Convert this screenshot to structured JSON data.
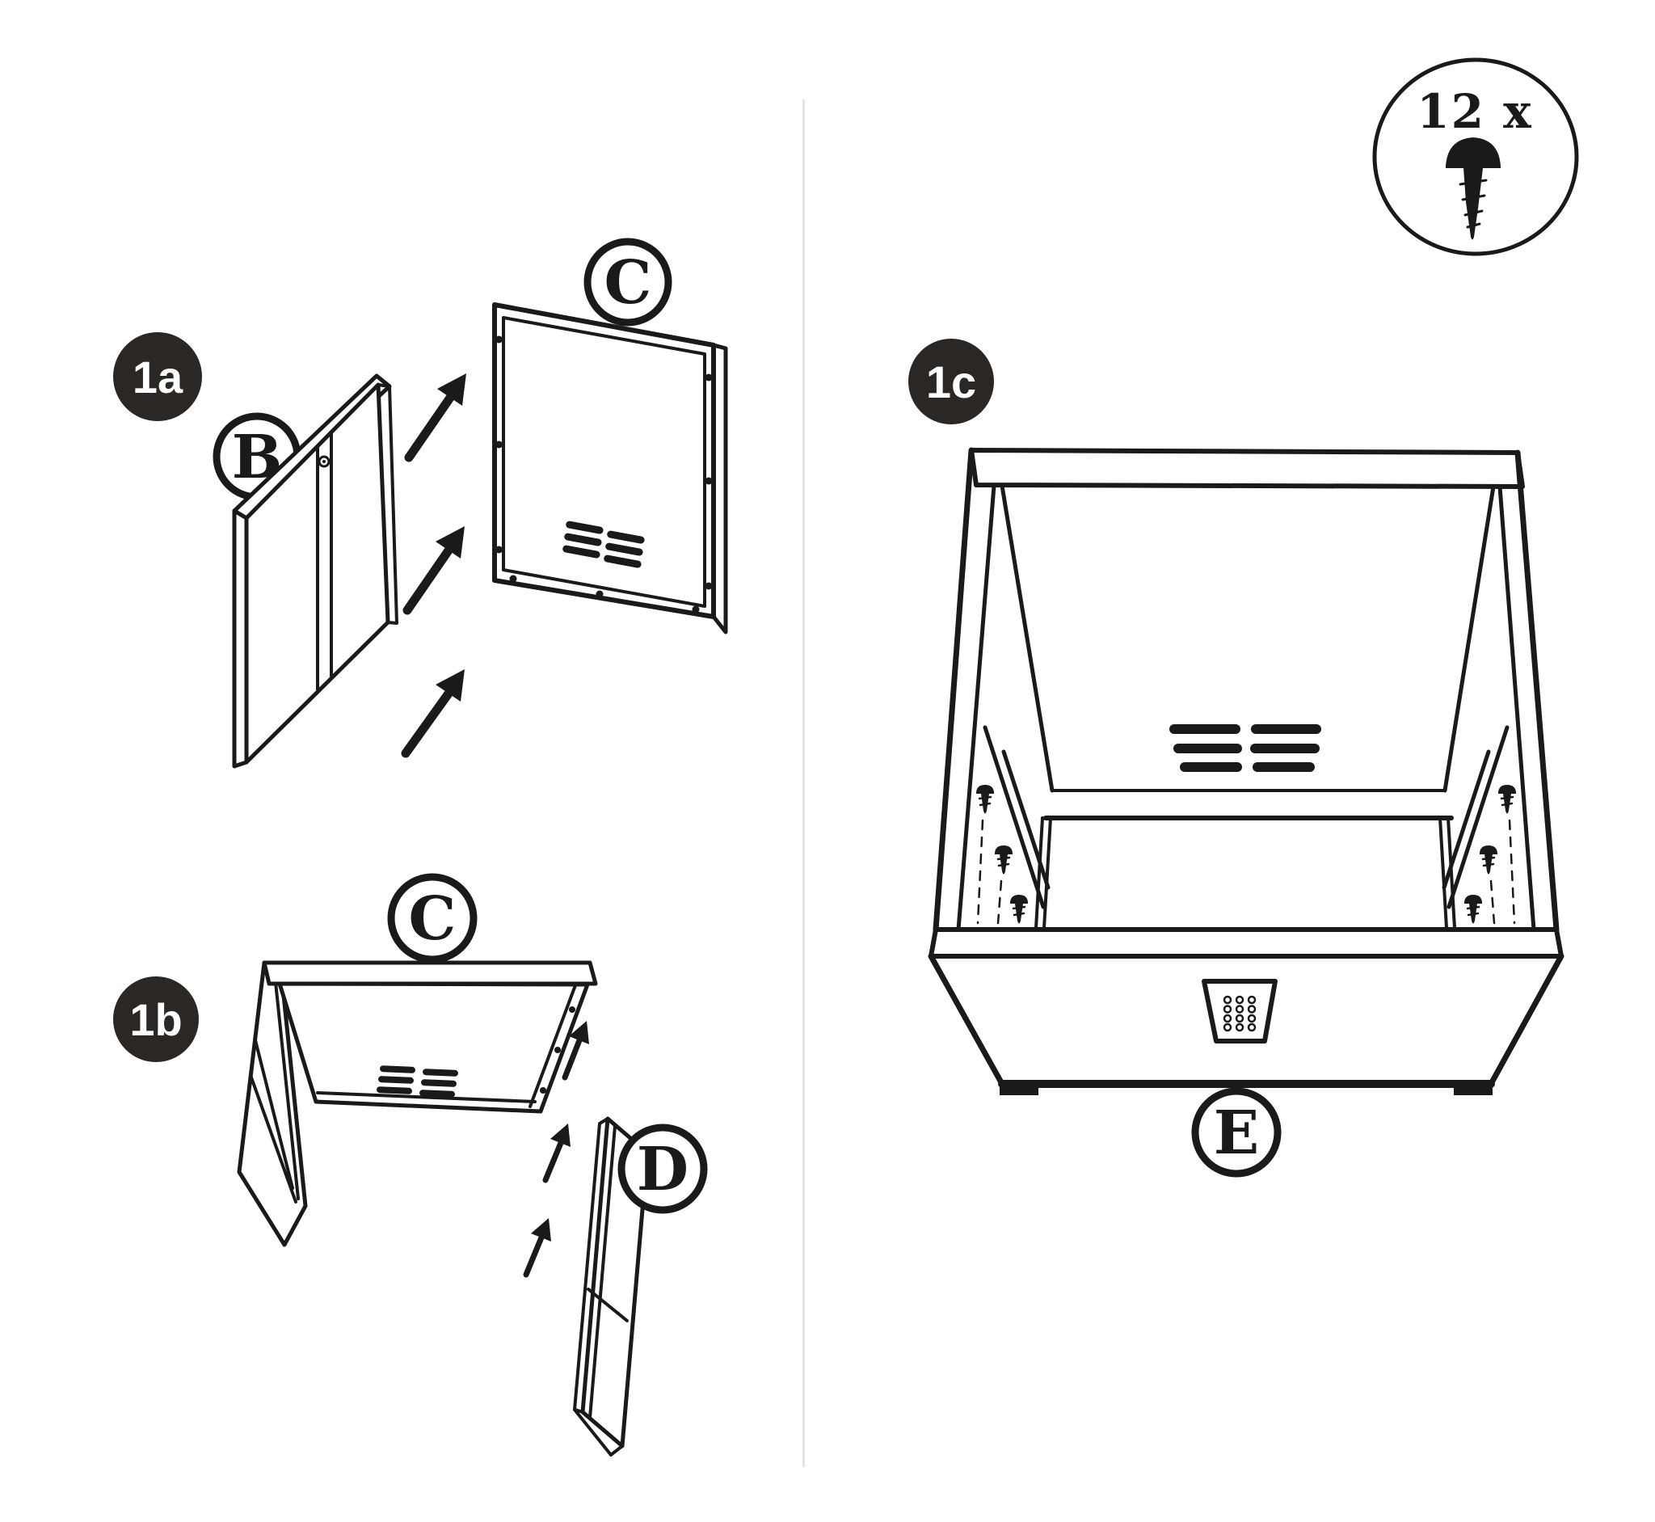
{
  "document": {
    "type": "furniture-assembly-instruction-sheet",
    "page_background": "#ffffff"
  },
  "hardware": {
    "count_label": "12 x",
    "icon": "screw-icon"
  },
  "steps": {
    "s1a": {
      "id": "1a",
      "parts_shown": [
        "B",
        "C"
      ]
    },
    "s1b": {
      "id": "1b",
      "parts_shown": [
        "C",
        "D"
      ]
    },
    "s1c": {
      "id": "1c",
      "parts_shown": [
        "E"
      ]
    }
  },
  "part_labels": {
    "b": "B",
    "c1a": "C",
    "c1b": "C",
    "d": "D",
    "e": "E"
  },
  "colors": {
    "line": "#1a1a1a",
    "step_badge_bg": "#2b2724",
    "step_badge_text": "#ffffff",
    "divider": "#e3e3e3"
  }
}
